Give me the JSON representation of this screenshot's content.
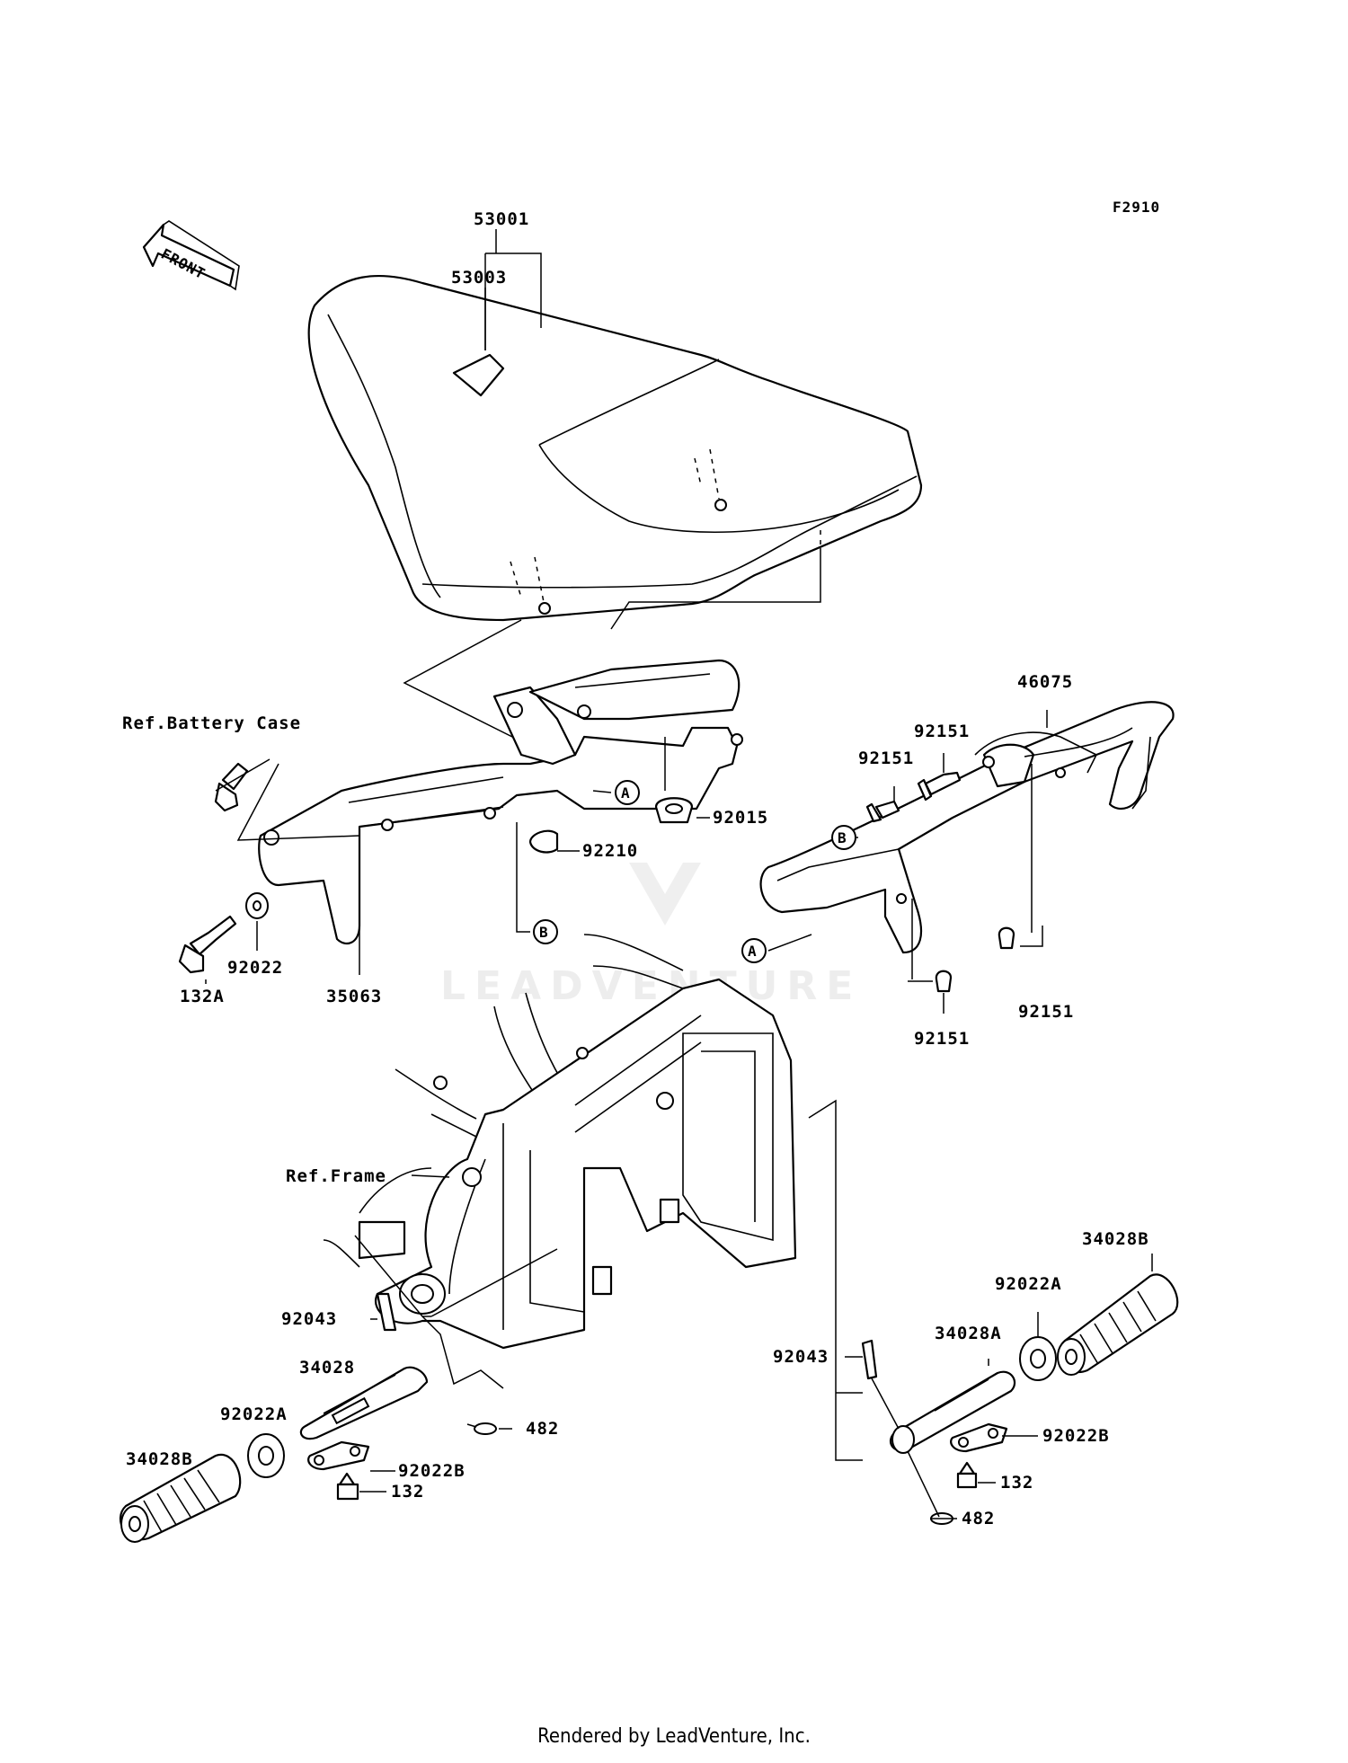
{
  "diagram_code": "F2910",
  "front_label": "FRONT",
  "watermark": "LEADVENTURE",
  "footer": "Rendered by LeadVenture, Inc.",
  "labels": {
    "l53001": "53001",
    "l53003": "53003",
    "l46075": "46075",
    "l92151a": "92151",
    "l92151b": "92151",
    "l92151c": "92151",
    "l92151d": "92151",
    "refBattery": "Ref.Battery Case",
    "l92015": "92015",
    "l92210": "92210",
    "l92022": "92022",
    "l132A": "132A",
    "l35063": "35063",
    "refFrame": "Ref.Frame",
    "l34028B_r": "34028B",
    "l92022A_r": "92022A",
    "l34028A": "34028A",
    "l92022B_r": "92022B",
    "l132_r": "132",
    "l482_r": "482",
    "l92043_r": "92043",
    "l92043_l": "92043",
    "l34028": "34028",
    "l92022A_l": "92022A",
    "l34028B_l": "34028B",
    "l482_l": "482",
    "l92022B_l": "92022B",
    "l132_l": "132"
  },
  "callouts": {
    "a1": "A",
    "a2": "A",
    "b1": "B",
    "b2": "B"
  }
}
